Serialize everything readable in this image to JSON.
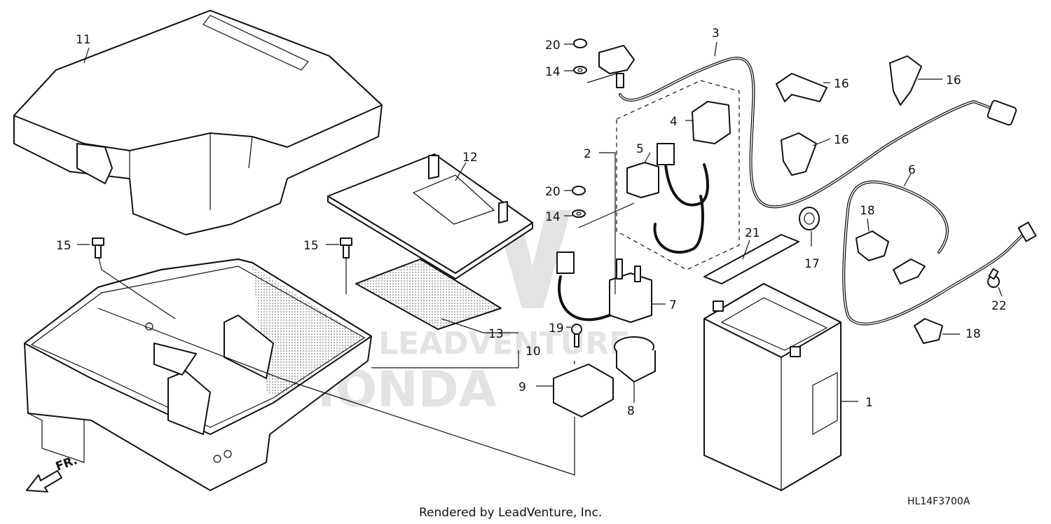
{
  "diagram": {
    "callouts": {
      "c1": "1",
      "c2": "2",
      "c3": "3",
      "c4": "4",
      "c5": "5",
      "c6": "6",
      "c7": "7",
      "c8": "8",
      "c9": "9",
      "c10": "10",
      "c11": "11",
      "c12": "12",
      "c13": "13",
      "c14a": "14",
      "c14b": "14",
      "c15a": "15",
      "c15b": "15",
      "c16a": "16",
      "c16b": "16",
      "c16c": "16",
      "c17": "17",
      "c18a": "18",
      "c18b": "18",
      "c19": "19",
      "c20a": "20",
      "c20b": "20",
      "c21": "21",
      "c22": "22"
    },
    "front_marker": "FR.",
    "diagram_code": "HL14F3700A",
    "footer": "Rendered by LeadVenture, Inc.",
    "watermark": {
      "brand": "HONDA",
      "tagline": "LEADVENTURE"
    },
    "colors": {
      "line": "#111111",
      "watermark": "#e3e3e3",
      "background": "#ffffff"
    }
  }
}
